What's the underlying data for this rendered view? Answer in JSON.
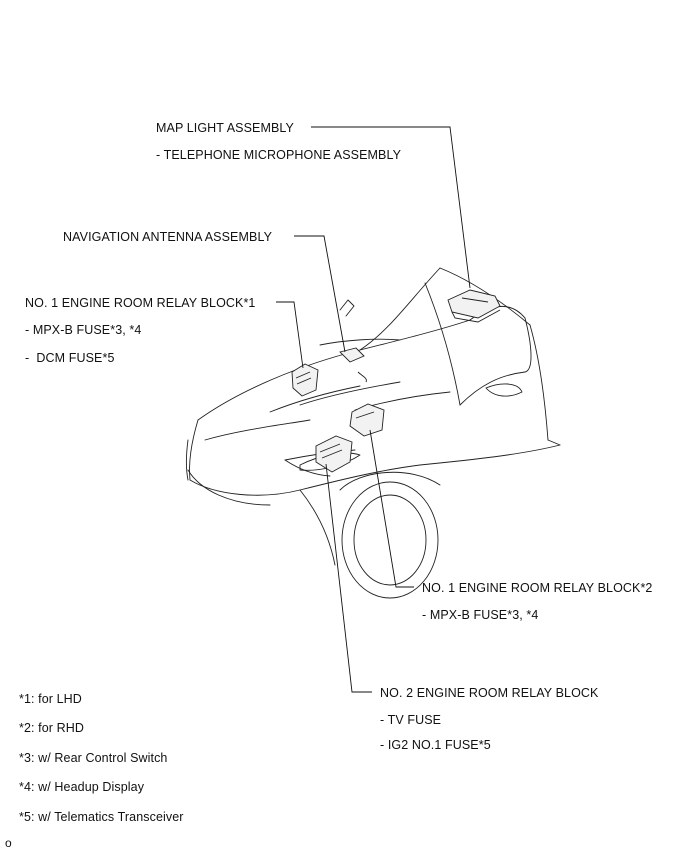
{
  "labels": {
    "map_light": "MAP LIGHT ASSEMBLY",
    "telephone_mic": "- TELEPHONE MICROPHONE ASSEMBLY",
    "nav_antenna": "NAVIGATION ANTENNA ASSEMBLY",
    "relay1_lhd": "NO. 1 ENGINE ROOM RELAY BLOCK*1",
    "relay1_lhd_fuse_a": "- MPX-B FUSE*3, *4",
    "relay1_lhd_fuse_b": "-  DCM FUSE*5",
    "relay1_rhd": "NO. 1 ENGINE ROOM RELAY BLOCK*2",
    "relay1_rhd_fuse": "- MPX-B FUSE*3, *4",
    "relay2": "NO. 2 ENGINE ROOM RELAY BLOCK",
    "relay2_fuse_a": "- TV FUSE",
    "relay2_fuse_b": "- IG2 NO.1 FUSE*5"
  },
  "footnotes": [
    "*1: for LHD",
    "*2: for RHD",
    "*3: w/ Rear Control Switch",
    "*4: w/ Headup Display",
    "*5: w/ Telematics Transceiver"
  ],
  "corner_mark": "o"
}
